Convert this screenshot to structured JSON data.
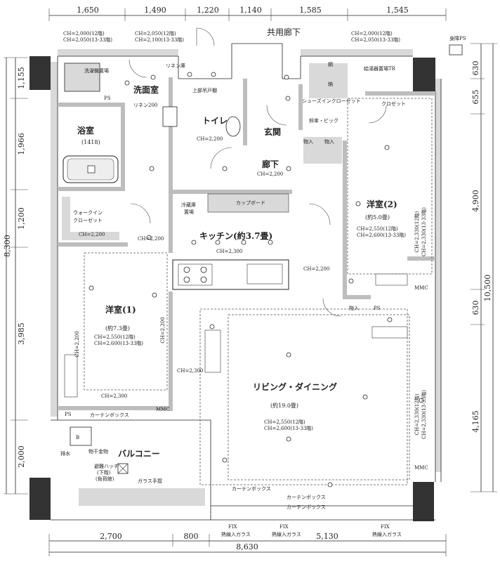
{
  "dimensions": {
    "top": [
      "1,650",
      "1,490",
      "1,220",
      "1,140",
      "1,585",
      "1,545"
    ],
    "left": [
      "1,155",
      "1,966",
      "1,200",
      "3,985",
      "2,000"
    ],
    "left_total": "8,300",
    "right": [
      "630",
      "655",
      "4,900",
      "630",
      "4,165"
    ],
    "right_total": "10,500",
    "bottom": [
      "2,700",
      "800",
      "5,130"
    ],
    "bottom_total": "8,630"
  },
  "rooms": {
    "corridor_shared": "共用廊下",
    "washroom": "洗面室",
    "bath": "浴室",
    "bath_size": "(1418)",
    "toilet": "トイレ",
    "entrance": "玄関",
    "hall": "廊下",
    "kitchen": "キッチン(約3.7畳)",
    "western2": "洋室(2)",
    "western2_size": "(約5.0畳)",
    "western1": "洋室(1)",
    "western1_size": "(約7.3畳)",
    "living": "リビング・ダイニング",
    "living_size": "(約19.0畳)",
    "balcony": "バルコニー"
  },
  "labels": {
    "laundry": "洗濯機置場",
    "linen": "リネン庫",
    "linen200": "リネン200",
    "upper_cabinet": "上部吊戸棚",
    "walkin_closet": "ウォークイン\nクローゼット",
    "wic1": "ウォークイン",
    "wic2": "クローゼット",
    "shoe_closet": "シューズインクローゼット",
    "shoe_sub": "斜傘・ビック",
    "closet": "クロゼット",
    "storage": "物入",
    "fridge": "冷蔵庫",
    "fridge2": "置場",
    "cupboard": "カップボード",
    "gas_meter": "給湯器置場TR",
    "pipe": "身障PS",
    "ps": "PS",
    "mmc": "MMC",
    "curtain_box": "カーテンボックス",
    "glass_rail": "ガラス手摺",
    "drying": "物干金物",
    "escape": "避難ハッチ",
    "escape2": "(下階)",
    "escape3": "(負荷館)",
    "drain": "排水",
    "fix": "FIX",
    "heat_glass": "熱線入ガラス",
    "b": "B",
    "dwa": "鋼",
    "dwa2": "納"
  },
  "ceilings": {
    "ch_2000": "CH=2,000(12階)",
    "ch_2050": "CH=2,050(13-33階)",
    "ch_2050b": "CH=2,050(12階)",
    "ch_2100": "CH=2,100(13-33階)",
    "ch_2200": "CH=2,200",
    "ch_2300": "CH=2,300",
    "ch_2550": "CH=2,550(12階)",
    "ch_2600": "CH=2,600(13-33階)",
    "ch_2330a": "CH=2,330(12階)",
    "ch_2330b": "CH=2,330(13-33階)"
  }
}
